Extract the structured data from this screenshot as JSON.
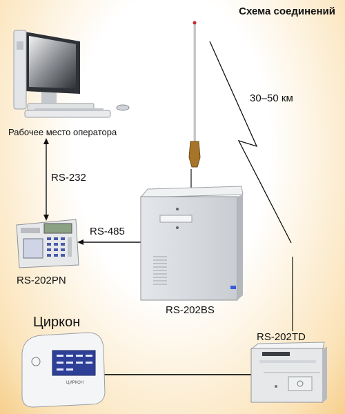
{
  "diagram": {
    "title": "Схема соединений",
    "nodes": {
      "operator": "Рабочее место оператора",
      "panel": "RS-202PN",
      "base_station": "RS-202BS",
      "zircon": "Циркон",
      "zircon_device_label": "ЦИРКОН",
      "transmitter": "RS-202TD"
    },
    "links": {
      "rs232": "RS-232",
      "rs485": "RS-485",
      "radio_distance": "30–50 км"
    }
  }
}
